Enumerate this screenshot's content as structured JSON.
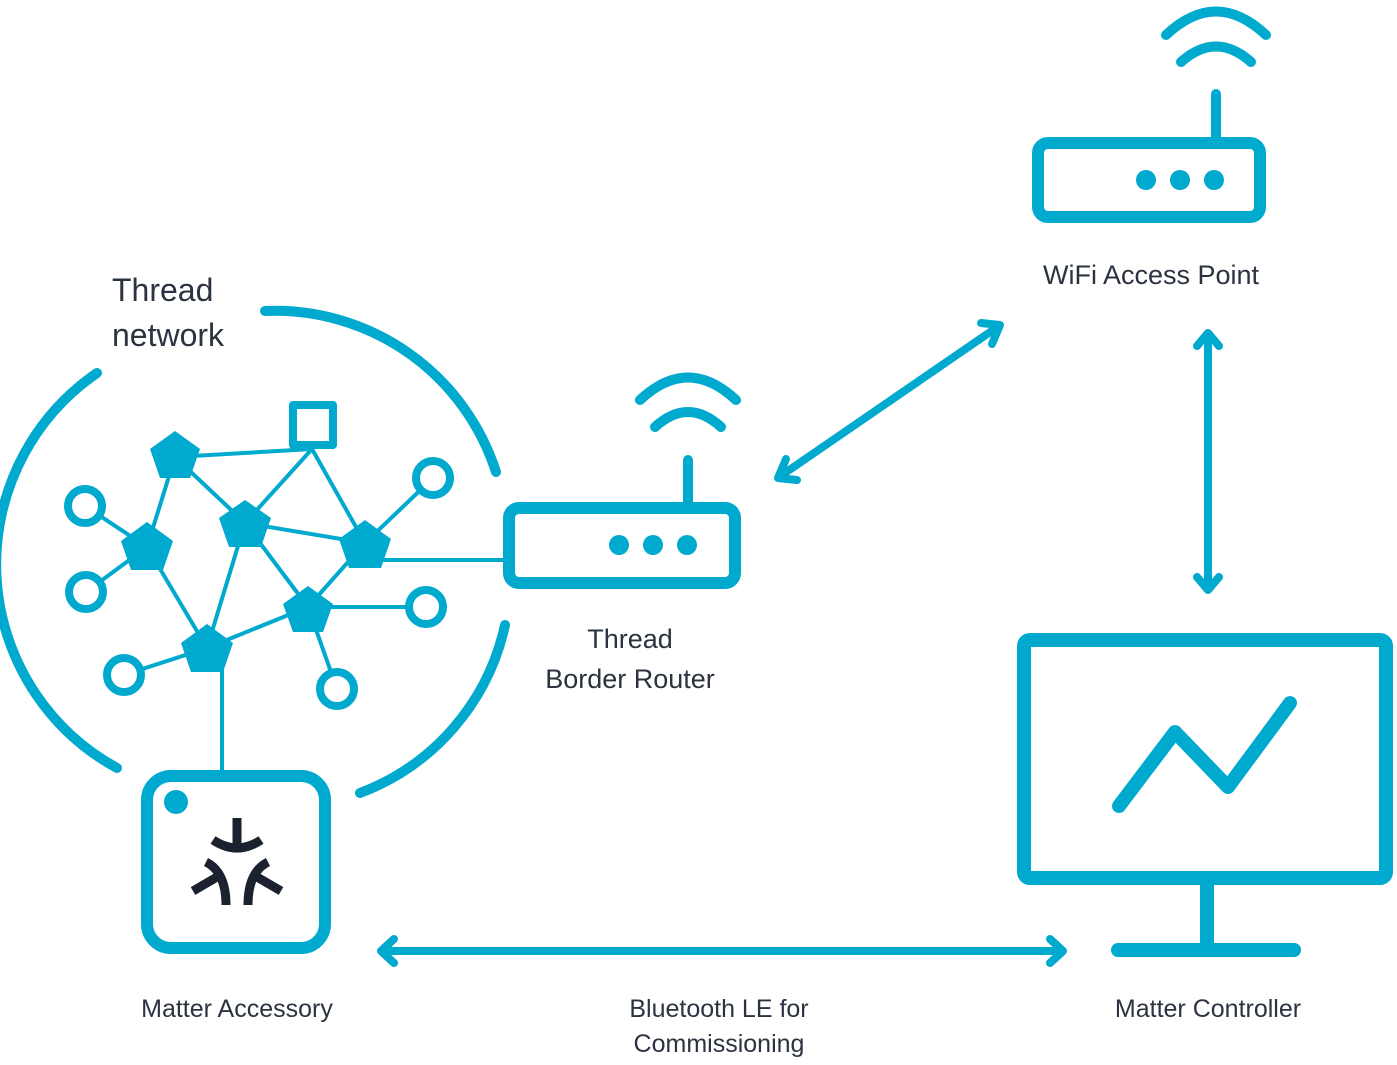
{
  "labels": {
    "thread_network_line1": "Thread",
    "thread_network_line2": "network",
    "border_router_line1": "Thread",
    "border_router_line2": "Border Router",
    "wifi_access_point": "WiFi Access Point",
    "matter_accessory": "Matter Accessory",
    "matter_controller": "Matter Controller",
    "ble_line1": "Bluetooth LE for",
    "ble_line2": "Commissioning"
  },
  "icons": {
    "thread_mesh": "thread-mesh-network-icon",
    "border_router": "router-icon",
    "access_point": "router-icon",
    "accessory": "matter-logo-icon",
    "controller": "monitor-chart-icon"
  },
  "connections": [
    {
      "from": "Thread Border Router",
      "to": "WiFi Access Point",
      "type": "bidirectional"
    },
    {
      "from": "WiFi Access Point",
      "to": "Matter Controller",
      "type": "bidirectional"
    },
    {
      "from": "Matter Accessory",
      "to": "Matter Controller",
      "type": "bidirectional",
      "label": "Bluetooth LE for Commissioning"
    },
    {
      "from": "Thread network",
      "to": "Thread Border Router",
      "type": "line"
    },
    {
      "from": "Thread network",
      "to": "Matter Accessory",
      "type": "line"
    }
  ],
  "colors": {
    "accent": "#00a9ce",
    "text": "#2b3340",
    "logo": "#1c2130"
  }
}
